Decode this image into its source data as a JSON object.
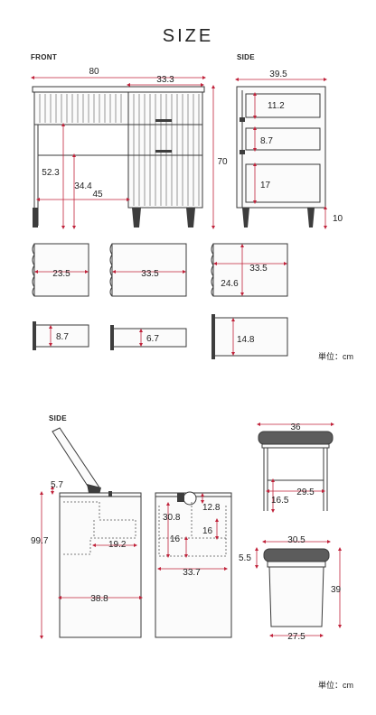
{
  "title": "SIZE",
  "sections": {
    "front": "FRONT",
    "side_top": "SIDE",
    "side_bottom": "SIDE"
  },
  "unit_label": "単位：cm",
  "dimensions": {
    "front_width": "80",
    "front_drawer_width": "33.3",
    "front_height": "70",
    "front_knee_height": "52.3",
    "front_inner_height": "34.4",
    "front_knee_width": "45",
    "side_depth": "39.5",
    "side_drawer1": "11.2",
    "side_drawer2": "8.7",
    "side_drawer3": "17",
    "side_leg": "10",
    "box_a_width": "23.5",
    "box_b_width": "33.5",
    "box_c_width": "33.5",
    "box_c_depth": "24.6",
    "box_a_height": "8.7",
    "box_b_height": "6.7",
    "box_c_height": "14.8",
    "mirror_offset": "5.7",
    "open_height": "99.7",
    "inner_shelf": "19.2",
    "cabinet_depth": "38.8",
    "compartment_height": "30.8",
    "compartment_small": "12.8",
    "compartment_16a": "16",
    "compartment_16b": "16",
    "compartment_width": "33.7",
    "stool_width": "36",
    "stool_inner_width": "29.5",
    "stool_leg_height": "16.5",
    "stool_seat_width": "30.5",
    "stool_seat_thick": "5.5",
    "stool_height": "39",
    "stool_base_width": "27.5"
  }
}
